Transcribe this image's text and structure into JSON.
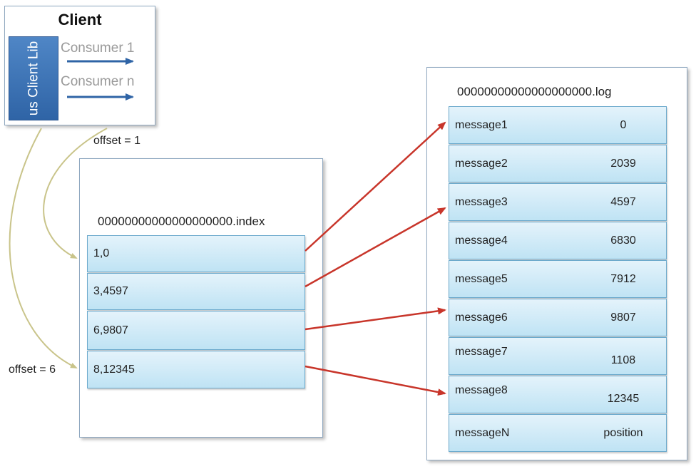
{
  "client": {
    "title": "Client",
    "lib_label": "us Client Lib",
    "consumers": [
      "Consumer 1",
      "Consumer n"
    ]
  },
  "offsets": {
    "top": "offset = 1",
    "bottom": "offset = 6"
  },
  "index_file": {
    "name": "00000000000000000000.index",
    "entries": [
      "1,0",
      "3,4597",
      "6,9807",
      "8,12345"
    ]
  },
  "log_file": {
    "name": "00000000000000000000.log",
    "messages": [
      {
        "name": "message1",
        "pos": "0"
      },
      {
        "name": "message2",
        "pos": "2039"
      },
      {
        "name": "message3",
        "pos": "4597"
      },
      {
        "name": "message4",
        "pos": "6830"
      },
      {
        "name": "message5",
        "pos": "7912"
      },
      {
        "name": "message6",
        "pos": "9807"
      },
      {
        "name": "message7",
        "pos": "1108"
      },
      {
        "name": "message8",
        "pos": "12345"
      },
      {
        "name": "messageN",
        "pos": "position"
      }
    ]
  },
  "colors": {
    "arrow_red": "#c8352a",
    "arrow_blue": "#2f64a6",
    "curve_olive": "#c9c48a"
  }
}
